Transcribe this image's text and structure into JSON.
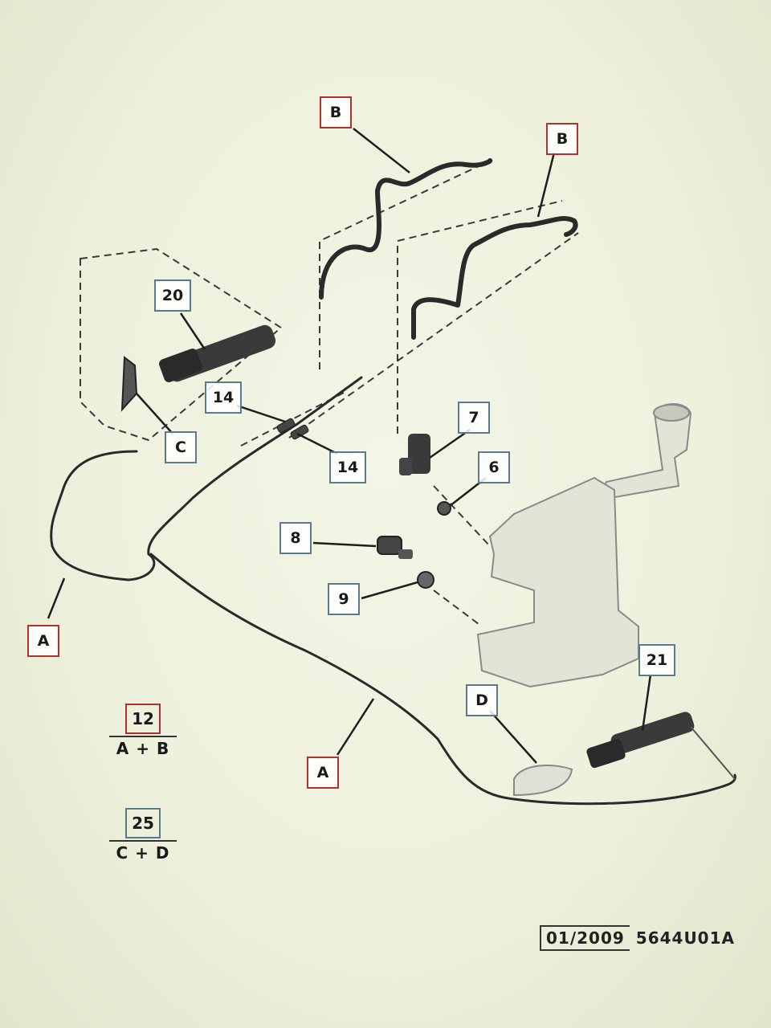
{
  "callouts": {
    "b_left": "B",
    "b_right": "B",
    "c": "C",
    "d": "D",
    "a_left": "A",
    "a_bottom": "A",
    "n20": "20",
    "n14_top": "14",
    "n14_bottom": "14",
    "n7": "7",
    "n6": "6",
    "n8": "8",
    "n9": "9",
    "n21": "21"
  },
  "kits": [
    {
      "number": "12",
      "contents": "A + B"
    },
    {
      "number": "25",
      "contents": "C + D"
    }
  ],
  "footer": {
    "date": "01/2009",
    "code": "5644U01A"
  },
  "colors": {
    "callout_letter_border": "#b03030",
    "callout_number_border": "#5a7a90",
    "line": "#2a2a2a"
  }
}
